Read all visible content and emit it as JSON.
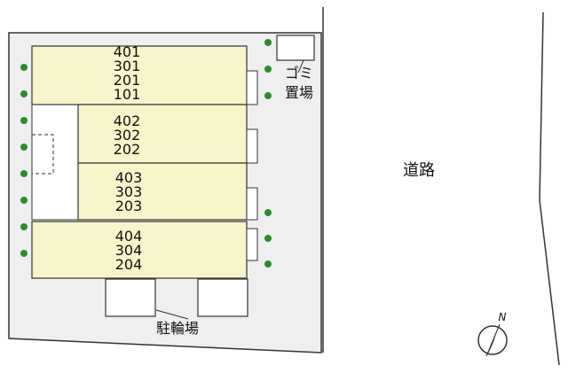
{
  "buildings": [
    {
      "units": [
        "401",
        "301",
        "201",
        "101"
      ]
    },
    {
      "units": [
        "402",
        "302",
        "202"
      ]
    },
    {
      "units": [
        "403",
        "303",
        "203"
      ]
    },
    {
      "units": [
        "404",
        "304",
        "204"
      ]
    }
  ],
  "labels": {
    "garbage_line1": "ゴミ",
    "garbage_line2": "置場",
    "bicycle_parking": "駐輪場",
    "road": "道路",
    "north": "N"
  },
  "colors": {
    "building_fill": "#f7f5c9",
    "site_fill": "#efefef",
    "line": "#333333",
    "tree": "#2e8b2e"
  }
}
